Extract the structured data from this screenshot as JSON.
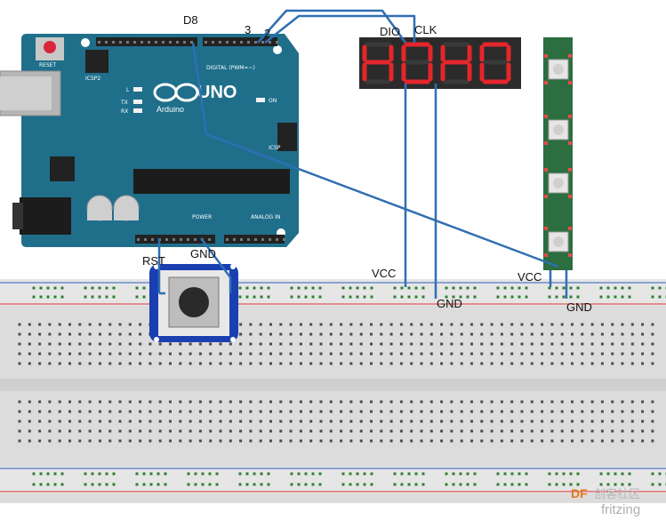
{
  "arduino": {
    "reset_label": "RESET",
    "logo_label": "UNO",
    "brand_label": "Arduino",
    "icsp2_label": "ICSP2",
    "icsp_label": "ICSP",
    "on_label": "ON",
    "l_label": "L",
    "tx_label": "TX",
    "rx_label": "RX",
    "digital_label": "DIGITAL (PWM=~)",
    "power_label": "POWER",
    "analog_label": "ANALOG IN"
  },
  "labels": {
    "d8": "D8",
    "pin3": "3",
    "pin2": "2",
    "dio": "DIO",
    "clk": "CLK",
    "rst": "RST",
    "gnd_button": "GND",
    "vcc_display": "VCC",
    "gnd_display": "GND",
    "vcc_strip": "VCC",
    "gnd_strip": "GND"
  },
  "display": {
    "text": "HOHO"
  },
  "watermark": {
    "df": "DF",
    "site": "创客社区",
    "fritzing": "fritzing"
  },
  "colors": {
    "board": "#1f6f8b",
    "wire": "#2f6fb3",
    "display_bg": "#2b2b2b",
    "segment_on": "#e3262b",
    "led_strip": "#2c6e3f",
    "breadboard": "#d9d9d9",
    "rail_red": "#d33",
    "rail_blue": "#2d5fbf"
  }
}
